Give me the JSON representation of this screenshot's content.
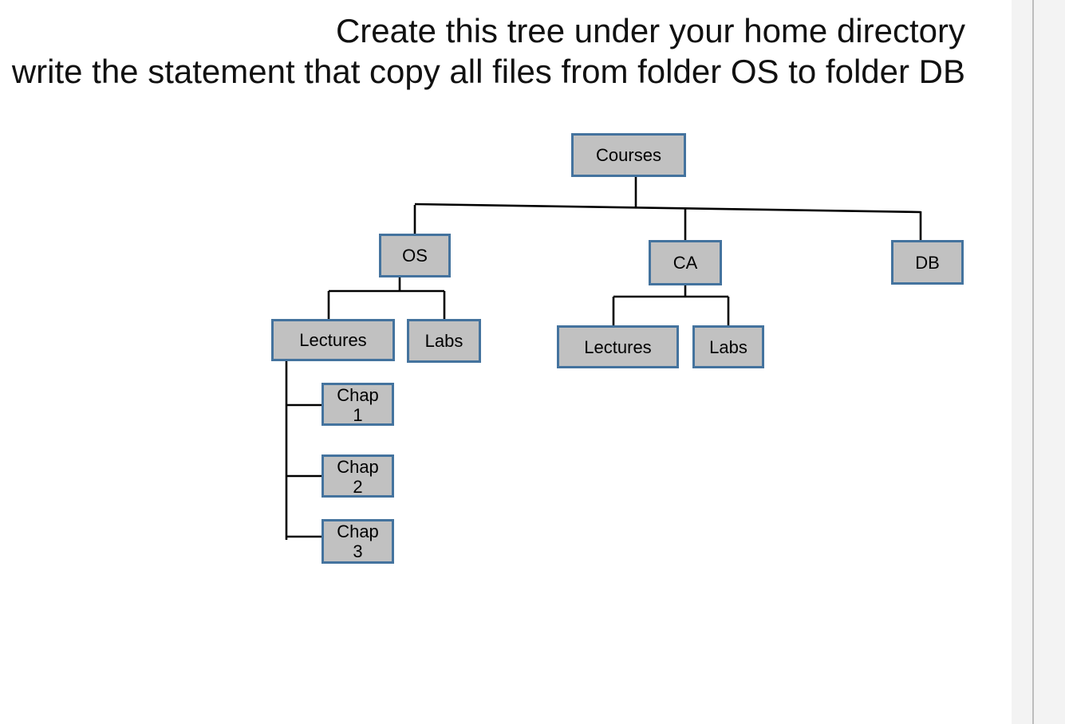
{
  "heading": {
    "line1": "Create this tree under your home directory",
    "line2": "write the statement that copy all files from folder OS to folder DB"
  },
  "diagram": {
    "nodes": [
      {
        "id": "courses",
        "lines": [
          "Courses"
        ]
      },
      {
        "id": "os",
        "lines": [
          "OS"
        ]
      },
      {
        "id": "ca",
        "lines": [
          "CA"
        ]
      },
      {
        "id": "db",
        "lines": [
          "DB"
        ]
      },
      {
        "id": "os_lectures",
        "lines": [
          "Lectures"
        ]
      },
      {
        "id": "os_labs",
        "lines": [
          "Labs"
        ]
      },
      {
        "id": "ca_lectures",
        "lines": [
          "Lectures"
        ]
      },
      {
        "id": "ca_labs",
        "lines": [
          "Labs"
        ]
      },
      {
        "id": "chap1",
        "lines": [
          "Chap",
          "1"
        ]
      },
      {
        "id": "chap2",
        "lines": [
          "Chap",
          "2"
        ]
      },
      {
        "id": "chap3",
        "lines": [
          "Chap",
          "3"
        ]
      }
    ],
    "hierarchy": {
      "label": "Courses",
      "children": [
        {
          "label": "OS",
          "children": [
            {
              "label": "Lectures",
              "children": [
                {
                  "label": "Chap 1"
                },
                {
                  "label": "Chap 2"
                },
                {
                  "label": "Chap 3"
                }
              ]
            },
            {
              "label": "Labs"
            }
          ]
        },
        {
          "label": "CA",
          "children": [
            {
              "label": "Lectures"
            },
            {
              "label": "Labs"
            }
          ]
        },
        {
          "label": "DB"
        }
      ]
    }
  },
  "colors": {
    "node_fill": "#c1c1c1",
    "node_border": "#44739e",
    "connector": "#000000",
    "page_bg": "#ffffff",
    "gutter_bg": "#f3f3f3",
    "gutter_divider": "#bdbdbd",
    "heading_text": "#111111"
  }
}
